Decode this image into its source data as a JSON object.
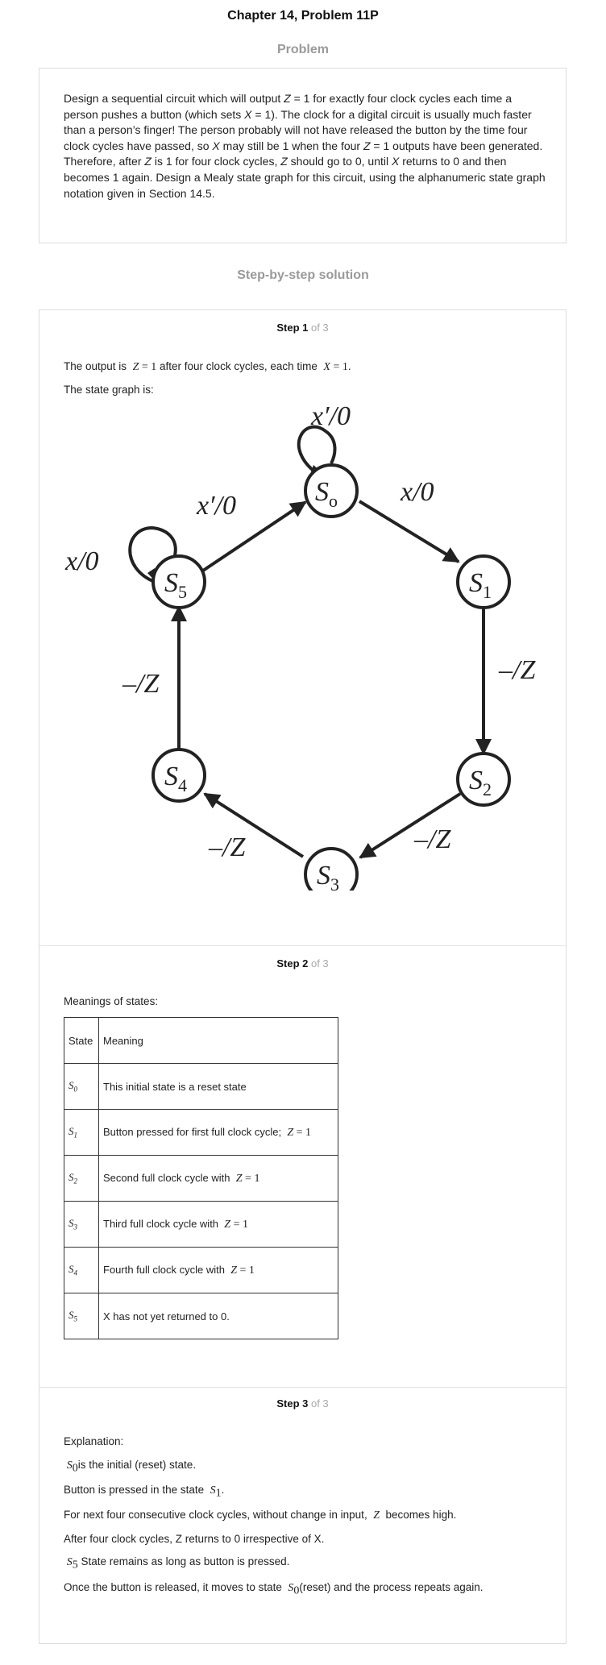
{
  "header": {
    "title": "Chapter 14, Problem 11P",
    "problem_heading": "Problem",
    "solution_heading": "Step-by-step solution"
  },
  "problem": {
    "text_html": "Design a sequential circuit which will output <i>Z</i> = 1 for exactly four clock cycles each time a person pushes a button (which sets <i>X</i> = 1). The clock for a digital circuit is usually much faster than a person’s finger! The person probably will not have released the button by the time four clock cycles have passed, so <i>X</i> may still be 1 when the four <i>Z</i> = 1 outputs have been generated. Therefore, after <i>Z</i> is 1 for four clock cycles, <i>Z</i> should go to 0, until <i>X</i> returns to 0 and then becomes 1 again. Design a Mealy state graph for this circuit, using the alphanumeric state graph notation given in Section 14.5."
  },
  "steps": [
    {
      "num": "Step 1",
      "of": " of 3"
    },
    {
      "num": "Step 2",
      "of": " of 3"
    },
    {
      "num": "Step 3",
      "of": " of 3"
    }
  ],
  "step1": {
    "output_prefix": "The output is",
    "output_math": "Z = 1",
    "output_middle": "after four clock cycles, each time",
    "output_math2": "X = 1",
    "output_end": ".",
    "graph_intro": "The state graph is:"
  },
  "graph": {
    "states": [
      {
        "id": "S0",
        "main": "S",
        "sub": "o"
      },
      {
        "id": "S1",
        "main": "S",
        "sub": "1"
      },
      {
        "id": "S2",
        "main": "S",
        "sub": "2"
      },
      {
        "id": "S3",
        "main": "S",
        "sub": "3"
      },
      {
        "id": "S4",
        "main": "S",
        "sub": "4"
      },
      {
        "id": "S5",
        "main": "S",
        "sub": "5"
      }
    ],
    "labels": {
      "s0_self": "x′/0",
      "s5_to_s0": "x′/0",
      "s0_to_s1": "x/0",
      "s5_self": "x/0",
      "s1_to_s2": "–/Z",
      "s2_to_s3": "–/Z",
      "s3_to_s4": "–/Z",
      "s4_to_s5": "–/Z"
    }
  },
  "step2": {
    "intro": "Meanings of states:",
    "table": {
      "headers": [
        "State",
        "Meaning"
      ],
      "rows": [
        {
          "state": "S",
          "sub": "0",
          "meaning": "This initial state is a reset state",
          "math": ""
        },
        {
          "state": "S",
          "sub": "1",
          "meaning": "Button pressed for first full clock cycle;",
          "math": "Z = 1"
        },
        {
          "state": "S",
          "sub": "2",
          "meaning": "Second full clock cycle with",
          "math": "Z = 1"
        },
        {
          "state": "S",
          "sub": "3",
          "meaning": "Third full clock cycle with",
          "math": "Z = 1"
        },
        {
          "state": "S",
          "sub": "4",
          "meaning": "Fourth full clock cycle with",
          "math": "Z = 1"
        },
        {
          "state": "S",
          "sub": "5",
          "meaning": "X has not yet returned to 0.",
          "math": ""
        }
      ]
    }
  },
  "step3": {
    "explanation": "Explanation:",
    "l1_text": "is the initial (reset) state.",
    "l2_text": "Button is pressed in the state",
    "l3_a": "For next four consecutive clock cycles, without change in input,",
    "l3_math": "Z",
    "l3_b": "becomes high.",
    "l4_text": "After four clock cycles, Z returns to 0 irrespective of X.",
    "l5_text": "State remains as long as button is pressed.",
    "l6_a": "Once the button is released, it moves to state",
    "l6_b": "(reset) and the process repeats again.",
    "sym_S": "S",
    "sub0": "0",
    "sub1": "1",
    "sub5": "5",
    "dot": "."
  }
}
